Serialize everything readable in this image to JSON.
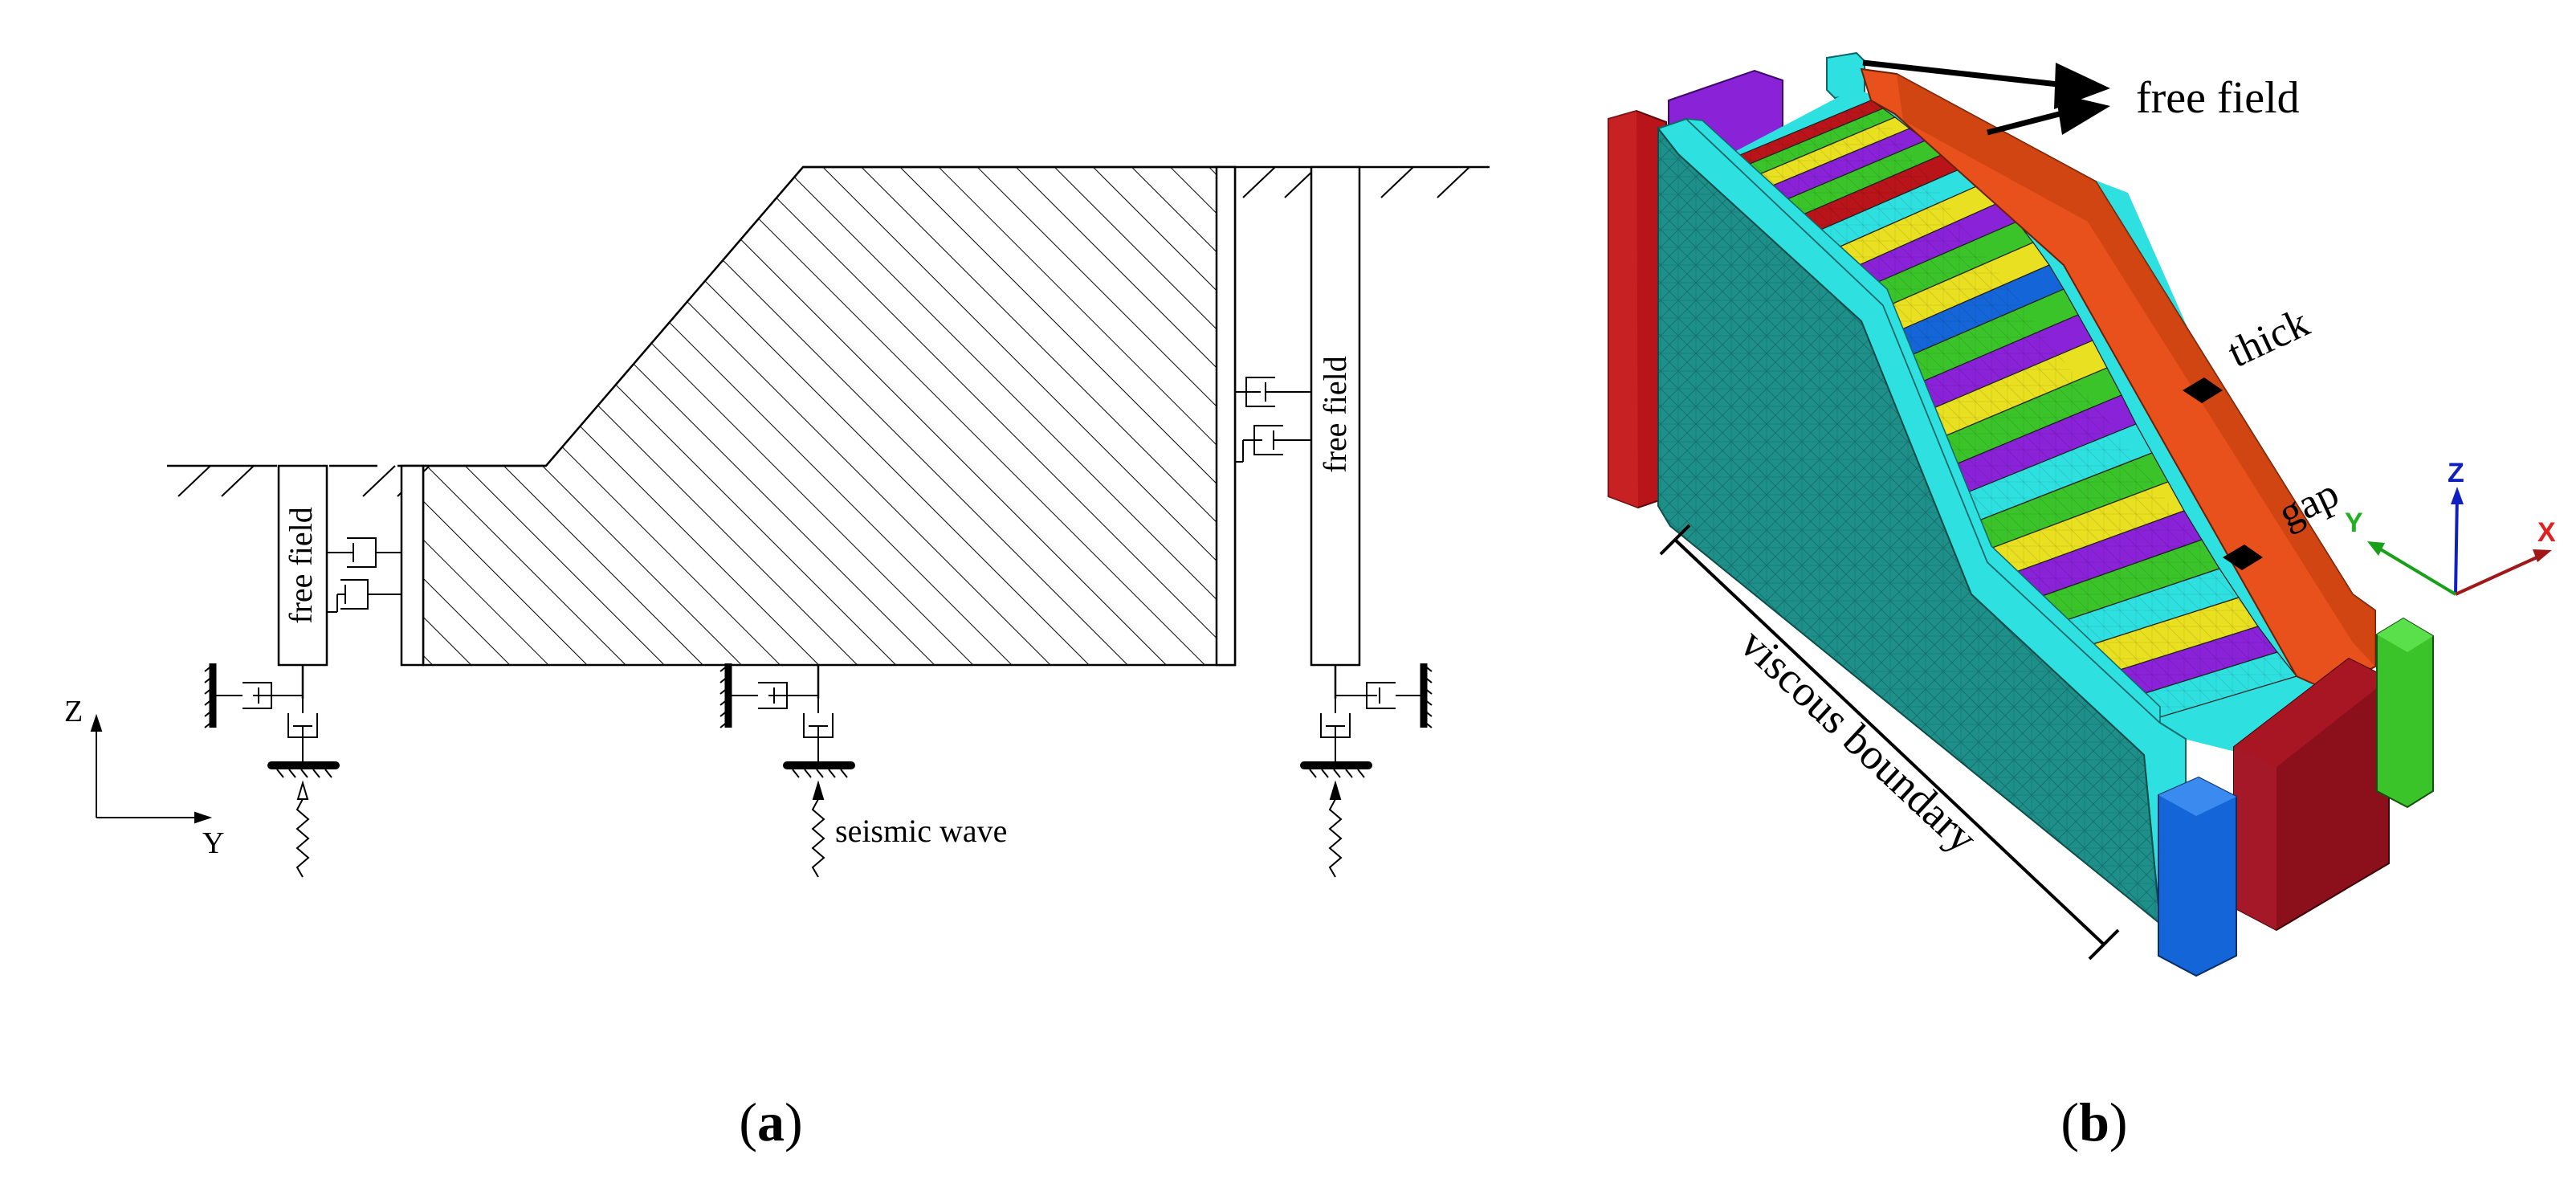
{
  "labels": {
    "free_field_left": "free field",
    "free_field_right": "free field",
    "seismic_wave": "seismic wave",
    "axis_z": "Z",
    "axis_y": "Y",
    "caption_a_open": "(",
    "caption_a_letter": "a",
    "caption_a_close": ")",
    "caption_b_open": "(",
    "caption_b_letter": "b",
    "caption_b_close": ")",
    "free_field_3d": "free field",
    "thick": "thick",
    "gap": "gap",
    "viscous_boundary": "viscous boundary",
    "triad_x": "X",
    "triad_y": "Y",
    "triad_z": "Z"
  },
  "colors": {
    "line": "#000000",
    "teal_face": "#1f8f8a",
    "cyan": "#2fe0e0",
    "orange": "#e8501c",
    "red": "#b8141a",
    "dark_red": "#8c0f1c",
    "purple": "#8a22d8",
    "blue": "#1466d8",
    "green": "#3ac42a",
    "yellow": "#e8e020",
    "axis_red": "#c01010",
    "axis_green": "#18a018",
    "axis_blue": "#1020c0"
  }
}
